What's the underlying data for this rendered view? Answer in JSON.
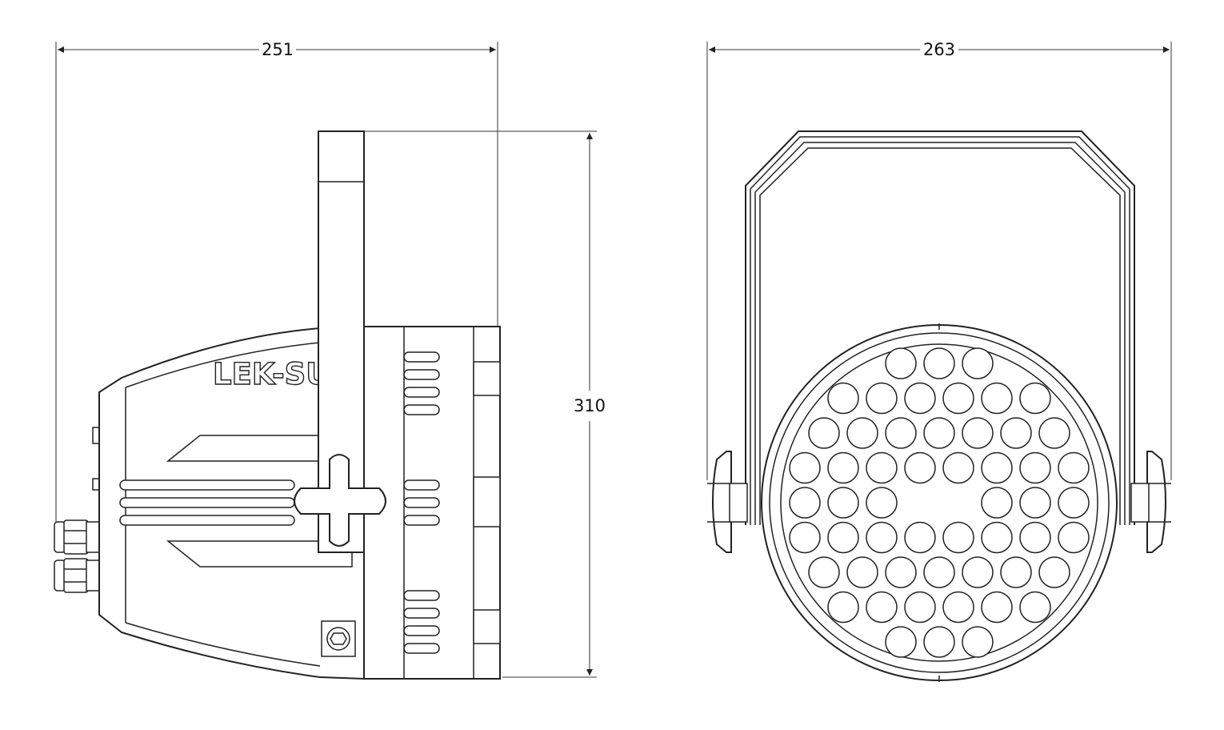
{
  "dimensions": {
    "side_width": "251",
    "front_width": "263",
    "height": "310"
  },
  "logo": "LEK-SU",
  "front_view": {
    "led_rows": [
      3,
      6,
      7,
      8,
      6,
      8,
      7,
      6,
      3
    ]
  },
  "colors": {
    "line": "#222222",
    "background": "#ffffff"
  }
}
